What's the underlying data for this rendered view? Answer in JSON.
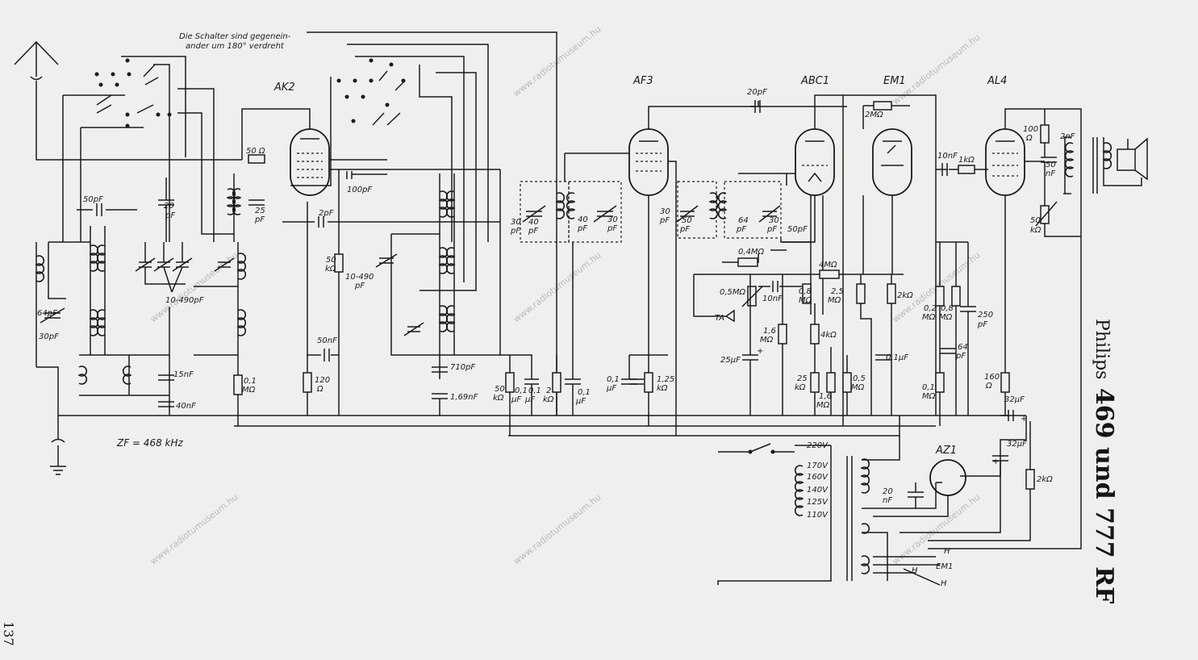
{
  "title": {
    "brand": "Philips",
    "model": "469 und 777 RF"
  },
  "page_number": "137",
  "notes": {
    "switch_note_1": "Die Schalter sind gegenein-",
    "switch_note_2": "ander um 180° verdreht",
    "if_frequency": "ZF = 468 kHz"
  },
  "watermark": "www.radiotumuseum.hu",
  "tubes": {
    "ak2": "AK2",
    "af3": "AF3",
    "abc1": "ABC1",
    "em1": "EM1",
    "al4": "AL4",
    "az1": "AZ1"
  },
  "labels": {
    "c50pf": "50pF",
    "c20pf": "20",
    "c20pf_u": "pF",
    "c64pf": "64pF",
    "c30pf": "30pF",
    "c10_490": "10-490pF",
    "c15nf": "15nF",
    "c40nf": "40nF",
    "r01": "0,1",
    "r01u": "MΩ",
    "r50ohm": "50 Ω",
    "c25": "25",
    "c25u": "pF",
    "c2pf": "2pF",
    "c100pf": "100pF",
    "r50k": "50",
    "r50ku": "kΩ",
    "c10_490b": "10-490",
    "c10_490bu": "pF",
    "c50nf": "50nF",
    "r120": "120",
    "r120u": "Ω",
    "c710pf": "710pF",
    "c169nf": "1,69nF",
    "c30a": "30",
    "c30au": "pF",
    "c40a": "40",
    "c40au": "pF",
    "c40b": "40",
    "c40bu": "pF",
    "c30b": "30",
    "c30bu": "pF",
    "r50k2": "50",
    "r50k2u": "kΩ",
    "c01a": "0,1",
    "c01au": "μF",
    "c01b": "0,1",
    "c01bu": "μF",
    "r2k": "2",
    "r2ku": "kΩ",
    "c01c": "0,1",
    "c01cu": "μF",
    "c01d": "0,1",
    "c01du": "μF",
    "r125k": "1,25",
    "r125ku": "kΩ",
    "c20pf_top": "20pF",
    "c30c": "30",
    "c30cu": "pF",
    "c50c": "50",
    "c50cu": "pF",
    "c64c": "64",
    "c64cu": "pF",
    "c30d": "30",
    "c30du": "pF",
    "c50pf2": "50pF",
    "r04m": "0,4MΩ",
    "r4m": "4MΩ",
    "r05m": "0,5MΩ",
    "c10nf": "10nF",
    "r08m": "0,8",
    "r08mu": "MΩ",
    "r25m": "2,5",
    "r25mu": "MΩ",
    "r2kb": "2kΩ",
    "ta": "TA",
    "r16m": "1,6",
    "r16mu": "MΩ",
    "r4k": "4kΩ",
    "c25uf": "25μF",
    "c01e": "0,1μF",
    "r25k": "25",
    "r25ku": "kΩ",
    "r16mb": "1,6",
    "r16mbu": "MΩ",
    "r05mb": "0,5",
    "r05mbu": "MΩ",
    "r2mtop": "2MΩ",
    "c10nf2": "10nF",
    "r1k": "1kΩ",
    "r02m": "0,2",
    "r02mu": "MΩ",
    "r08m2": "0,8",
    "r08m2u": "MΩ",
    "c250pf": "250",
    "c250pfu": "pF",
    "c64d": "64",
    "c64du": "pF",
    "r01m2": "0,1",
    "r01m2u": "MΩ",
    "r100": "100",
    "r100u": "Ω",
    "c2nf": "2nF",
    "c50nf2": "50",
    "c50nf2u": "nF",
    "r50k3": "50",
    "r50k3u": "kΩ",
    "r160": "160",
    "r160u": "Ω",
    "c32uf": "32μF",
    "c32uf2": "32μF",
    "r2k3": "2kΩ",
    "v220": "220V",
    "v170": "170V",
    "v160": "160V",
    "v140": "140V",
    "v125": "125V",
    "v110": "110V",
    "c20nf": "20",
    "c20nfu": "nF",
    "h1": "H",
    "h2": "H",
    "h3": "H",
    "em1b": "EM1",
    "plus1": "+",
    "plus2": "+",
    "plus3": "+"
  }
}
